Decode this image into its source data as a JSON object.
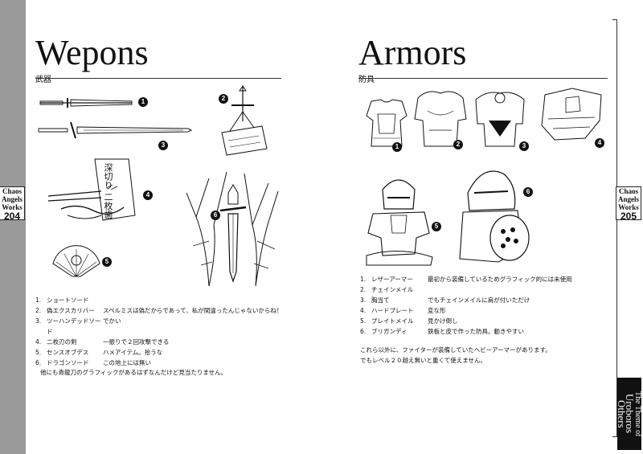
{
  "left": {
    "title": "Wepons",
    "subtitle": "武器",
    "page": "204",
    "tab": [
      "Chaos",
      "Angels",
      "Works"
    ],
    "sign_text": [
      "深切り",
      "二枚歯"
    ],
    "items": [
      {
        "num": "1.",
        "name": "ショートソード",
        "desc": ""
      },
      {
        "num": "2.",
        "name": "偽エクスカリバー",
        "desc": "スペルミスは偽だからであって、私が間違ったんじゃないからね！"
      },
      {
        "num": "3.",
        "name": "ツーハンデッドソード",
        "desc": "でかい"
      },
      {
        "num": "4.",
        "name": "二枚刃の剣",
        "desc": "一振りで２回攻撃できる"
      },
      {
        "num": "5.",
        "name": "センスオブデス",
        "desc": "ハメアイテム。拾うな"
      },
      {
        "num": "6.",
        "name": "ドラゴンソード",
        "desc": "この地上には無い"
      }
    ],
    "note": "他にも青龍刀のグラフィックがあるはずなんだけど見当たりません。"
  },
  "right": {
    "title": "Armors",
    "subtitle": "防具",
    "page": "205",
    "tab": [
      "Chaos",
      "Angels",
      "Works"
    ],
    "chapter": [
      "The Theme of",
      "Uroboros",
      "Others"
    ],
    "items": [
      {
        "num": "1.",
        "name": "レザーアーマー",
        "desc": "最初から装備しているためグラフィック的には未使用"
      },
      {
        "num": "2.",
        "name": "チェインメイル",
        "desc": ""
      },
      {
        "num": "3.",
        "name": "胸当て",
        "desc": "でもチェインメイルに肩が付いただけ"
      },
      {
        "num": "4.",
        "name": "ハードプレート",
        "desc": "変な形"
      },
      {
        "num": "5.",
        "name": "プレイトメイル",
        "desc": "見かけ倒し"
      },
      {
        "num": "6.",
        "name": "ブリガンディ",
        "desc": "鉄板と皮で作った防具。動きやすい"
      }
    ],
    "note": [
      "これら以外に、ファイターが装備していたヘビーアーマーがあります。",
      "でもレベル２０越え無いと重くて使えません。"
    ]
  },
  "badges": [
    "1",
    "2",
    "3",
    "4",
    "5",
    "6"
  ]
}
